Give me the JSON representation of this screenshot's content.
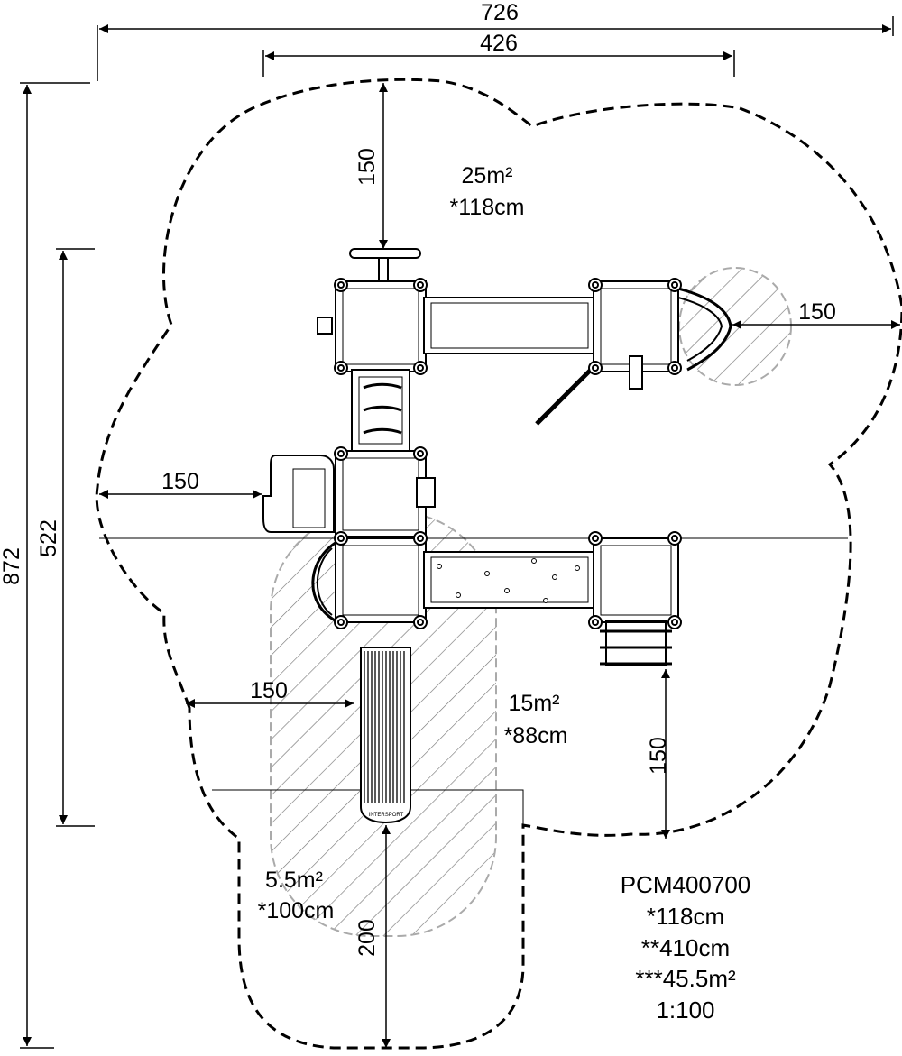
{
  "dimensions": {
    "overall_width": "726",
    "structure_width": "426",
    "overall_height": "872",
    "structure_height": "522",
    "top_clearance": "150",
    "right_clearance": "150",
    "left_clearance": "150",
    "slide_side_clearance": "150",
    "ladder_clearance": "150",
    "slide_exit_clearance": "200"
  },
  "zones": {
    "zone1_area": "25m²",
    "zone1_height": "*118cm",
    "zone2_area": "15m²",
    "zone2_height": "*88cm",
    "zone3_area": "5.5m²",
    "zone3_height": "*100cm"
  },
  "info": {
    "model": "PCM400700",
    "line1": "*118cm",
    "line2": "**410cm",
    "line3": "***45.5m²",
    "scale": "1:100"
  },
  "slide_brand": "INTERSPORT",
  "colors": {
    "line": "#000000",
    "zone_hatch": "#888888",
    "zone_outline": "#aaaaaa"
  }
}
